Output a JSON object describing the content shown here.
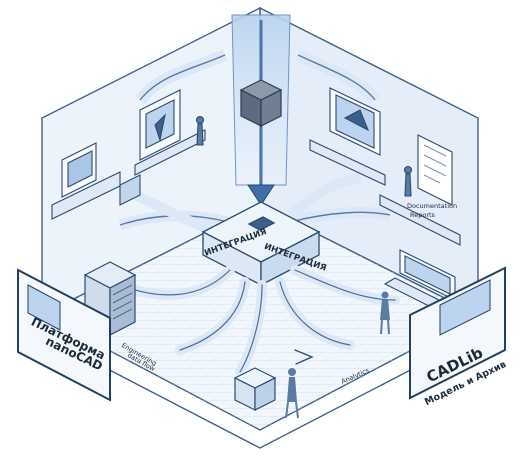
{
  "hub": {
    "label_left": "ИНТЕГРАЦИЯ",
    "label_right": "ИНТЕГРАЦИЯ"
  },
  "left_panel": {
    "line1": "Платформа",
    "line2": "nanoCAD"
  },
  "right_panel": {
    "line1": "CADLib",
    "line2": "Модель и Архив"
  },
  "floor_notes": {
    "left_a": "Engineering",
    "left_b": "data flow",
    "right": "Analytics"
  },
  "doc_caption": {
    "line1": "Documentation",
    "line2": "Reports"
  },
  "palette": {
    "line": "#3f5f86",
    "wall": "#e6eef8",
    "floor": "#f1f6fc",
    "accent": "#8fb6e3"
  }
}
